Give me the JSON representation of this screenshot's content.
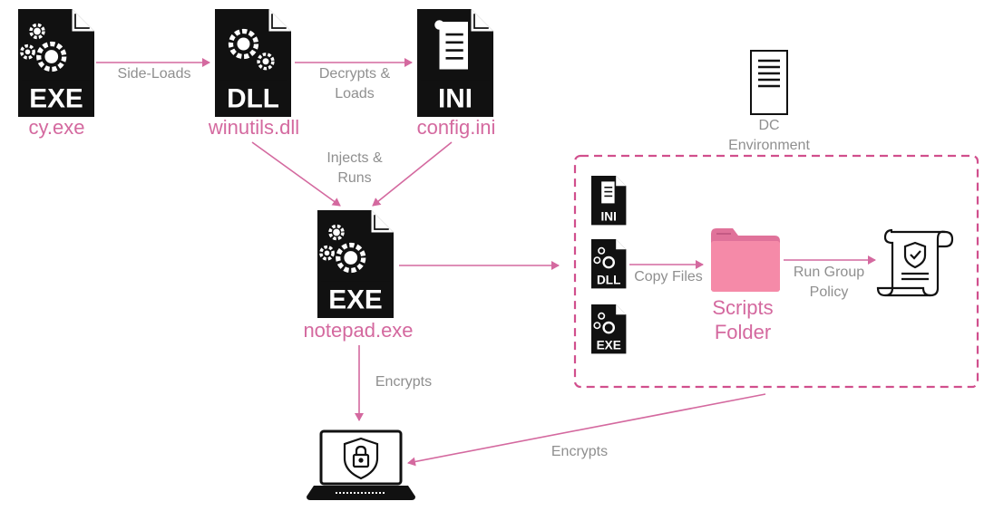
{
  "colors": {
    "accent": "#d4699f",
    "accent_fill": "#f58aa8",
    "icon": "#111111",
    "label": "#8f8f8f",
    "dc_border": "#d14f8d"
  },
  "nodes": {
    "cy_exe": {
      "name": "cy.exe",
      "badge": "EXE"
    },
    "winutils_dll": {
      "name": "winutils.dll",
      "badge": "DLL"
    },
    "config_ini": {
      "name": "config.ini",
      "badge": "INI"
    },
    "notepad_exe": {
      "name": "notepad.exe",
      "badge": "EXE"
    },
    "dc": {
      "name": "DC\nEnvironment"
    },
    "scripts_folder": {
      "name": "Scripts\nFolder"
    },
    "dc_files": {
      "ini_badge": "INI",
      "dll_badge": "DLL",
      "exe_badge": "EXE"
    }
  },
  "edges": {
    "side_loads": "Side-Loads",
    "decrypts_loads": "Decrypts &\nLoads",
    "injects_runs": "Injects &\nRuns",
    "encrypts_down": "Encrypts",
    "copy_files": "Copy Files",
    "run_group_policy": "Run Group\nPolicy",
    "encrypts_dc": "Encrypts"
  }
}
